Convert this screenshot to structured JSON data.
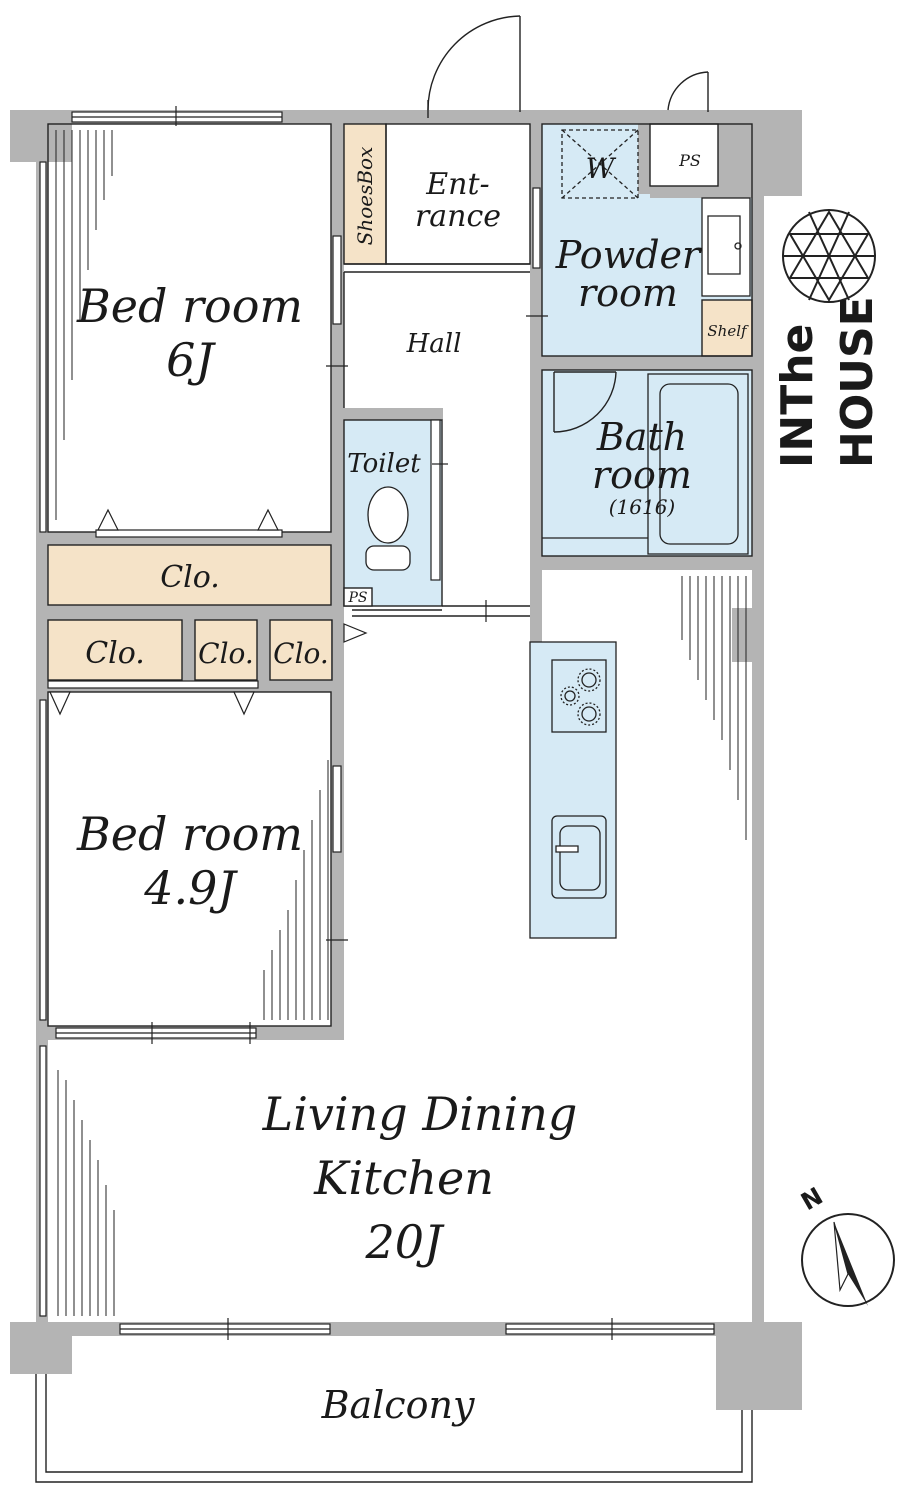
{
  "rooms": {
    "bedroom_6": {
      "name": "Bed room",
      "size": "6J"
    },
    "entrance": {
      "line1": "Ent-",
      "line2": "rance"
    },
    "shoes_box": "ShoesBox",
    "powder_room": {
      "line1": "Powder",
      "line2": "room",
      "washer": "W"
    },
    "ps_top": "PS",
    "shelf": "Shelf",
    "hall": "Hall",
    "toilet": "Toilet",
    "bath_room": {
      "line1": "Bath",
      "line2": "room",
      "size": "(1616)"
    },
    "closet_main": "Clo.",
    "closet_a": "Clo.",
    "closet_b": "Clo.",
    "closet_c": "Clo.",
    "ps_small": "PS",
    "bedroom_49": {
      "name": "Bed room",
      "size": "4.9J"
    },
    "ldk": {
      "line1": "Living Dining",
      "line2": "Kitchen",
      "size": "20J"
    },
    "balcony": "Balcony"
  },
  "brand": {
    "line1": "INThe",
    "line2": "HOUSE"
  },
  "compass": {
    "north": "N"
  },
  "colors": {
    "wall": "#b4b4b4",
    "wet_area": "#d6eaf5",
    "storage": "#f5e3c8",
    "line": "#222222"
  }
}
